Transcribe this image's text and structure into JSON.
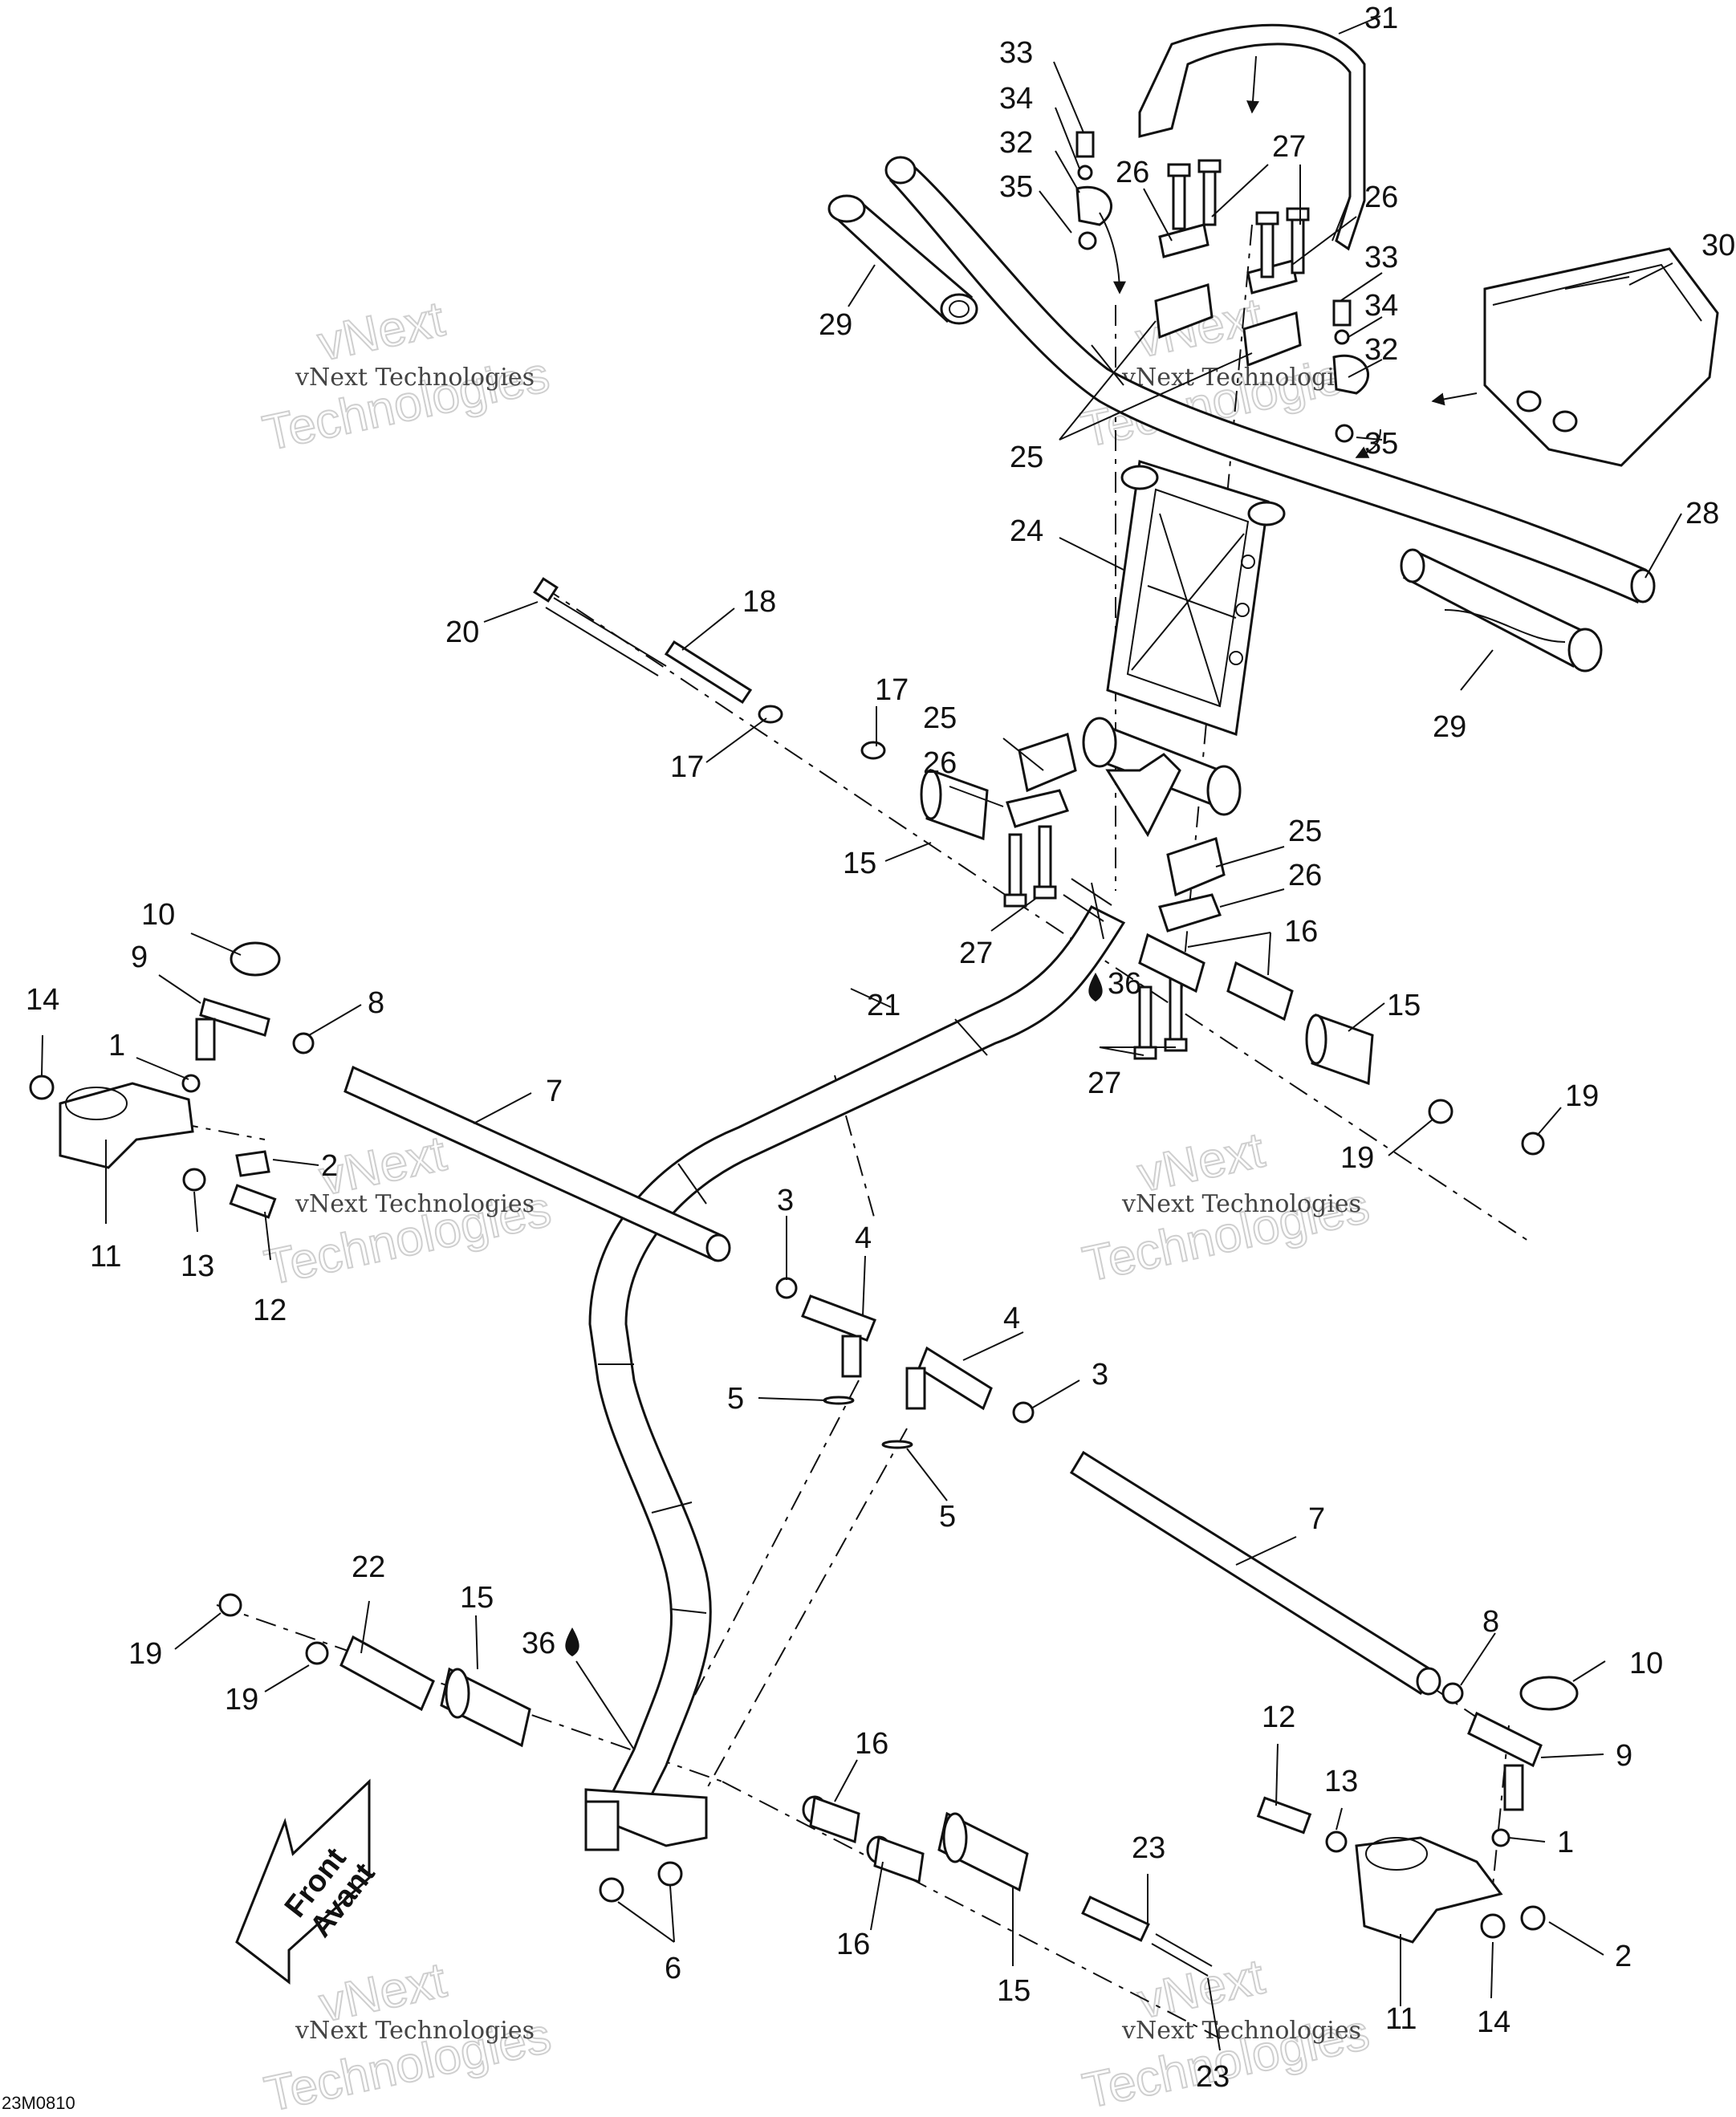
{
  "diagram_code": "23M0810",
  "watermark": {
    "line1": "vNext Technologies",
    "line2": "vNext",
    "line3": "Technologies"
  },
  "front_arrow": {
    "line1": "Front",
    "line2": "Avant"
  },
  "callouts": {
    "c1a": "1",
    "c1b": "1",
    "c2a": "2",
    "c2b": "2",
    "c3a": "3",
    "c3b": "3",
    "c4a": "4",
    "c4b": "4",
    "c5a": "5",
    "c5b": "5",
    "c6": "6",
    "c7a": "7",
    "c7b": "7",
    "c8a": "8",
    "c8b": "8",
    "c9a": "9",
    "c9b": "9",
    "c10a": "10",
    "c10b": "10",
    "c11a": "11",
    "c11b": "11",
    "c12a": "12",
    "c12b": "12",
    "c13a": "13",
    "c13b": "13",
    "c14a": "14",
    "c14b": "14",
    "c15a": "15",
    "c15b": "15",
    "c15c": "15",
    "c15d": "15",
    "c16a": "16",
    "c16b": "16",
    "c16c": "16",
    "c17a": "17",
    "c17b": "17",
    "c18": "18",
    "c19a": "19",
    "c19b": "19",
    "c19c": "19",
    "c19d": "19",
    "c20": "20",
    "c21": "21",
    "c22": "22",
    "c23a": "23",
    "c23b": "23",
    "c24": "24",
    "c25a": "25",
    "c25b": "25",
    "c25c": "25",
    "c26a": "26",
    "c26b": "26",
    "c26c": "26",
    "c26d": "26",
    "c27a": "27",
    "c27b": "27",
    "c27c": "27",
    "c28": "28",
    "c29a": "29",
    "c29b": "29",
    "c30": "30",
    "c31": "31",
    "c32a": "32",
    "c32b": "32",
    "c33a": "33",
    "c33b": "33",
    "c34a": "34",
    "c34b": "34",
    "c35a": "35",
    "c35b": "35",
    "c36a": "36",
    "c36b": "36"
  }
}
